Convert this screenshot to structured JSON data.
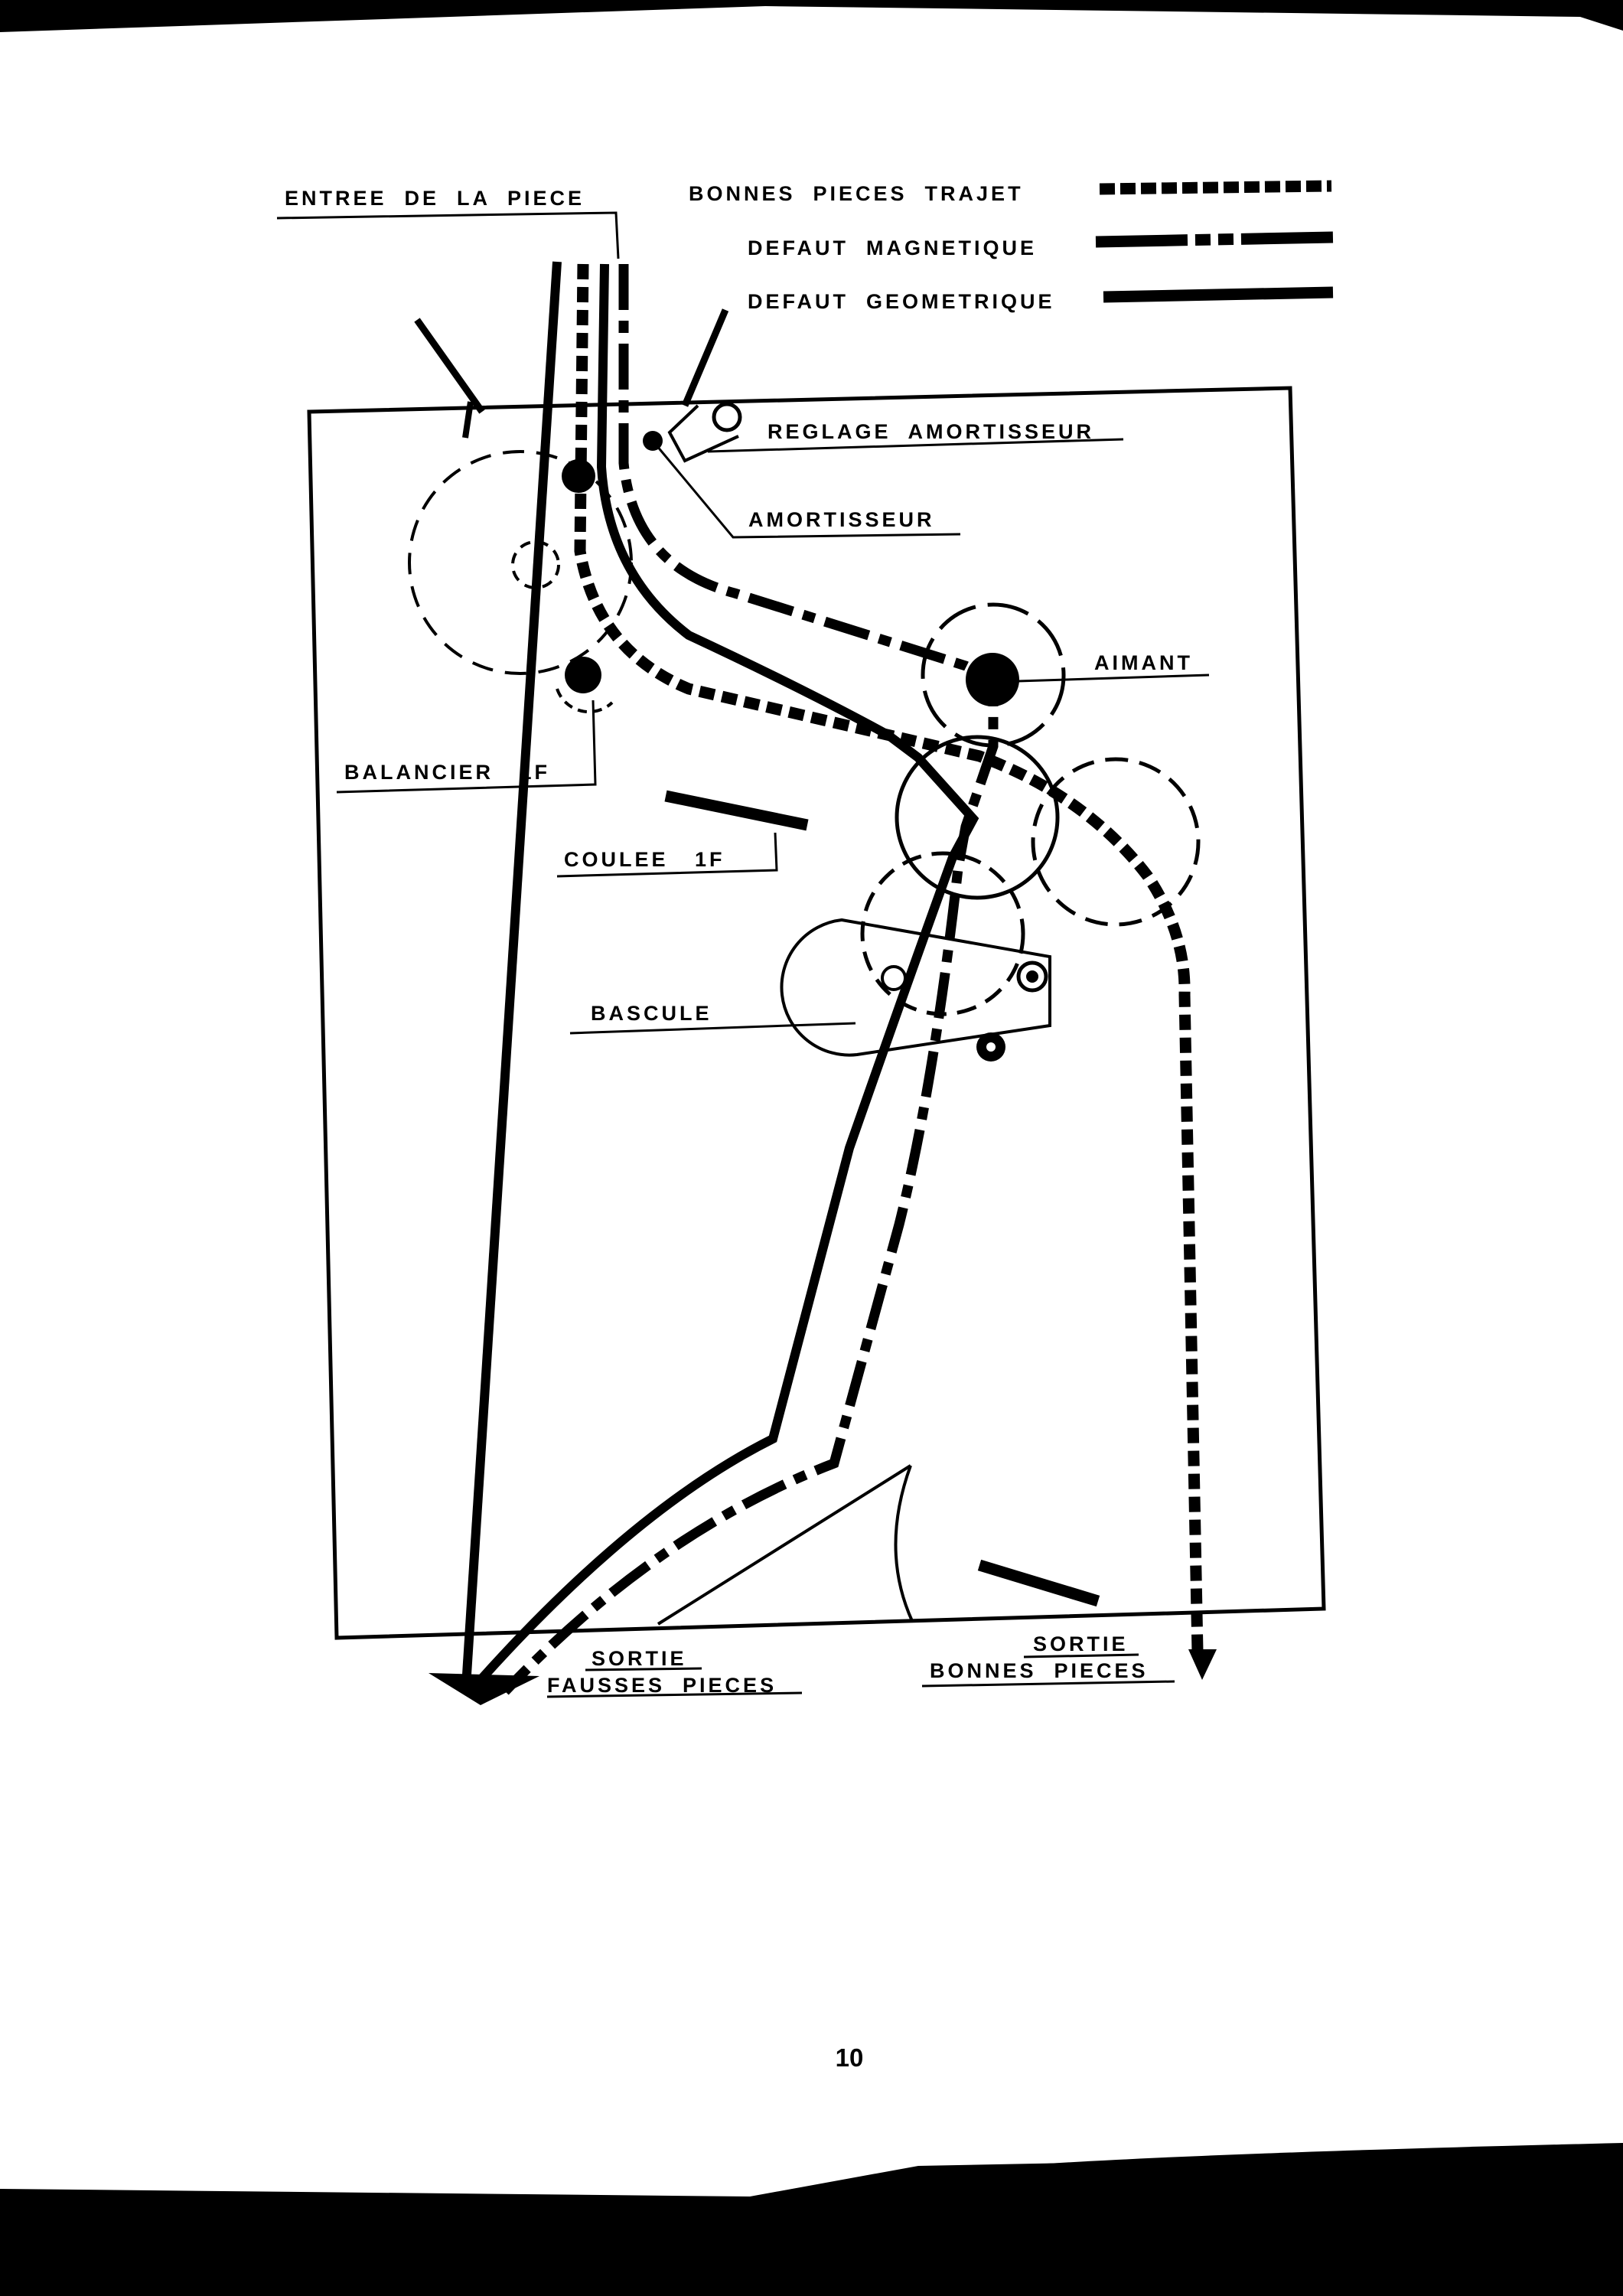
{
  "legend": {
    "good_path": "BONNES  PIECES  TRAJET",
    "magnetic_defect": "DEFAUT  MAGNETIQUE",
    "geometric_defect": "DEFAUT  GEOMETRIQUE"
  },
  "labels": {
    "entry": "ENTREE  DE  LA  PIECE",
    "damper_adjust": "REGLAGE  AMORTISSEUR",
    "damper": "AMORTISSEUR",
    "magnet": "AIMANT",
    "balancier": "BALANCIER   1F",
    "coulee": "COULEE   1F",
    "bascule": "BASCULE",
    "exit_false_line1": "SORTIE",
    "exit_false_line2": "FAUSSES  PIECES",
    "exit_good_line1": "SORTIE",
    "exit_good_line2": "BONNES  PIECES"
  },
  "page_number": "10",
  "colors": {
    "paper": "#ffffff",
    "ink": "#000000",
    "scan_border": "#000000"
  }
}
